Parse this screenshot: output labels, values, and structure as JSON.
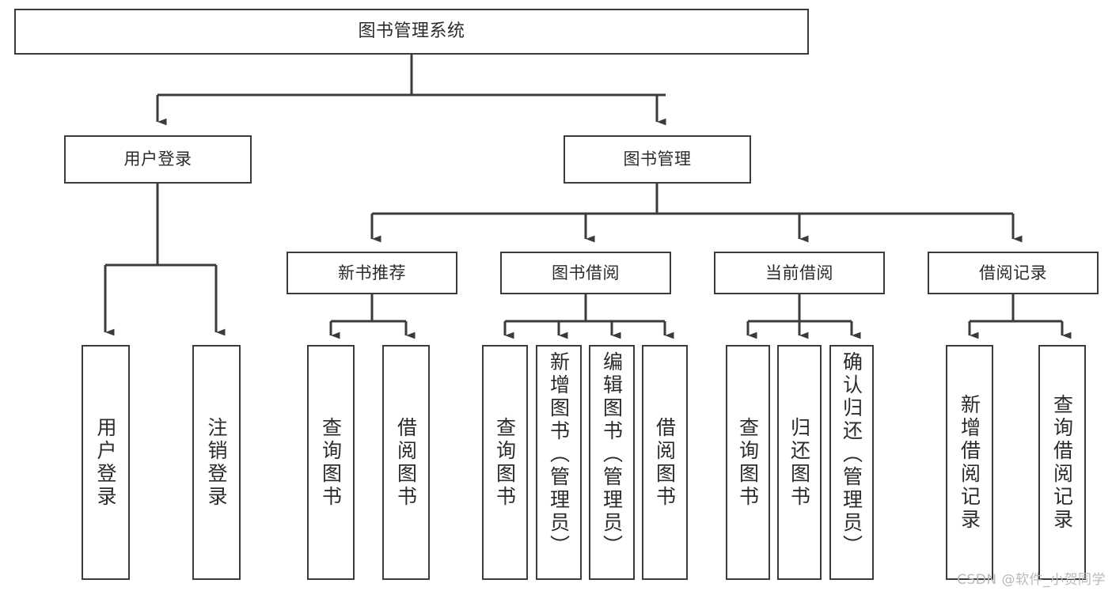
{
  "diagram": {
    "title": "图书管理系统",
    "type": "tree",
    "watermark": "CSDN @软件_小贺同学",
    "colors": {
      "box_border": "#3b3b3b",
      "box_fill": "#ffffff",
      "edge": "#3b3b3b",
      "text": "#2b2b2b",
      "watermark": "#b9b9b9",
      "background": "#ffffff"
    },
    "levels": {
      "root": {
        "label": "图书管理系统"
      },
      "level2": [
        {
          "label": "用户登录"
        },
        {
          "label": "图书管理"
        }
      ],
      "level3": [
        {
          "label": "新书推荐"
        },
        {
          "label": "图书借阅"
        },
        {
          "label": "当前借阅"
        },
        {
          "label": "借阅记录"
        }
      ],
      "leaves": {
        "user_login": [
          {
            "label": "用户登录"
          },
          {
            "label": "注销登录"
          }
        ],
        "new_book_recommend": [
          {
            "label": "查询图书"
          },
          {
            "label": "借阅图书"
          }
        ],
        "book_borrow": [
          {
            "label": "查询图书"
          },
          {
            "label": "新增图书（管理员）"
          },
          {
            "label": "编辑图书（管理员）"
          },
          {
            "label": "借阅图书"
          }
        ],
        "current_borrow": [
          {
            "label": "查询图书"
          },
          {
            "label": "归还图书"
          },
          {
            "label": "确认归还（管理员）"
          }
        ],
        "borrow_record": [
          {
            "label": "新增借阅记录"
          },
          {
            "label": "查询借阅记录"
          }
        ]
      }
    }
  }
}
